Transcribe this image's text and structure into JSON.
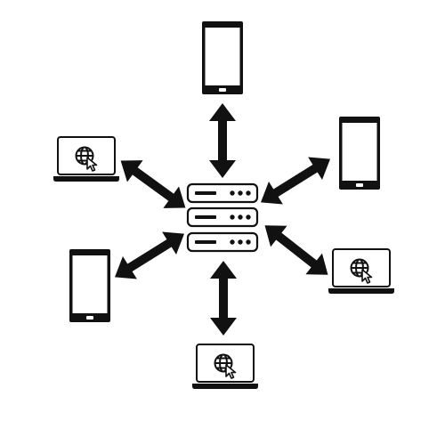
{
  "diagram": {
    "hub": {
      "icon": "server-icon",
      "units": 3
    },
    "devices": [
      {
        "kind": "phone",
        "icon": "smartphone-icon"
      },
      {
        "kind": "phone",
        "icon": "smartphone-icon"
      },
      {
        "kind": "laptop",
        "icon": "laptop-web-icon"
      },
      {
        "kind": "laptop",
        "icon": "laptop-web-icon"
      },
      {
        "kind": "laptop",
        "icon": "laptop-web-icon"
      },
      {
        "kind": "phone",
        "icon": "smartphone-icon"
      }
    ],
    "connections": "bidirectional",
    "colors": {
      "stroke": "#111111",
      "fill": "#ffffff"
    }
  }
}
